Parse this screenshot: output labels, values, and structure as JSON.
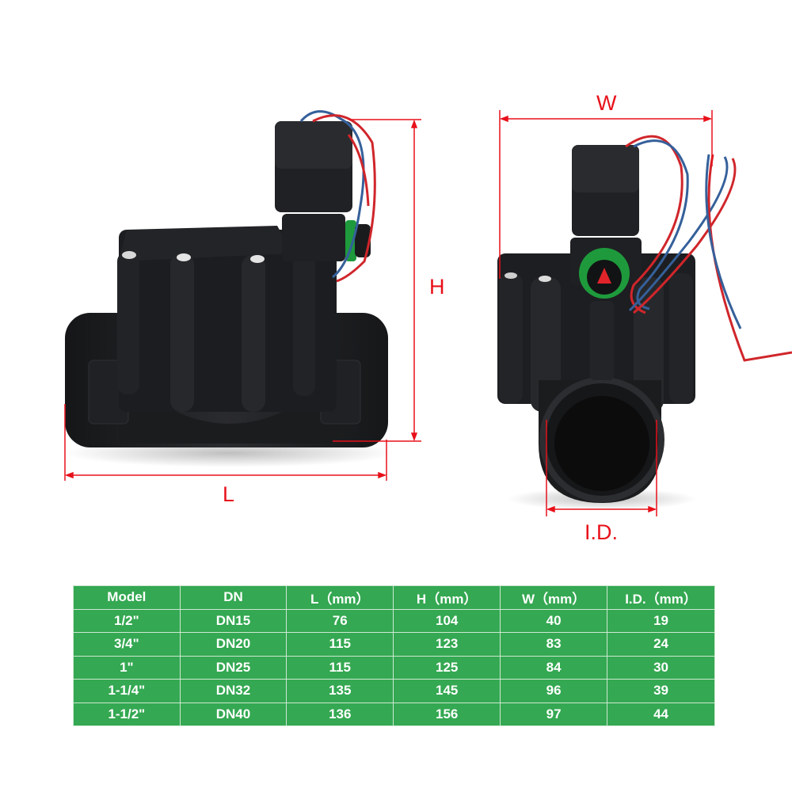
{
  "dimension_labels": {
    "length": "L",
    "height": "H",
    "width": "W",
    "inner_diameter": "I.D."
  },
  "colors": {
    "dimension_line": "#e8101a",
    "table_background": "#34a852",
    "table_text": "#ffffff",
    "valve_body": "#1e1f21",
    "flow_control_ring": "#1e9a3c",
    "arrow_indicator": "#e0242a",
    "wire_red": "#d0262b",
    "wire_blue": "#35609a"
  },
  "product_views": {
    "side_view": "solenoid-valve-side-view",
    "front_view": "solenoid-valve-front-view"
  },
  "spec_table": {
    "headers": [
      "Model",
      "DN",
      "L（mm）",
      "H（mm）",
      "W（mm）",
      "I.D.（mm）"
    ],
    "rows": [
      [
        "1/2\"",
        "DN15",
        "76",
        "104",
        "40",
        "19"
      ],
      [
        "3/4\"",
        "DN20",
        "115",
        "123",
        "83",
        "24"
      ],
      [
        "1\"",
        "DN25",
        "115",
        "125",
        "84",
        "30"
      ],
      [
        "1-1/4\"",
        "DN32",
        "135",
        "145",
        "96",
        "39"
      ],
      [
        "1-1/2\"",
        "DN40",
        "136",
        "156",
        "97",
        "44"
      ]
    ]
  }
}
